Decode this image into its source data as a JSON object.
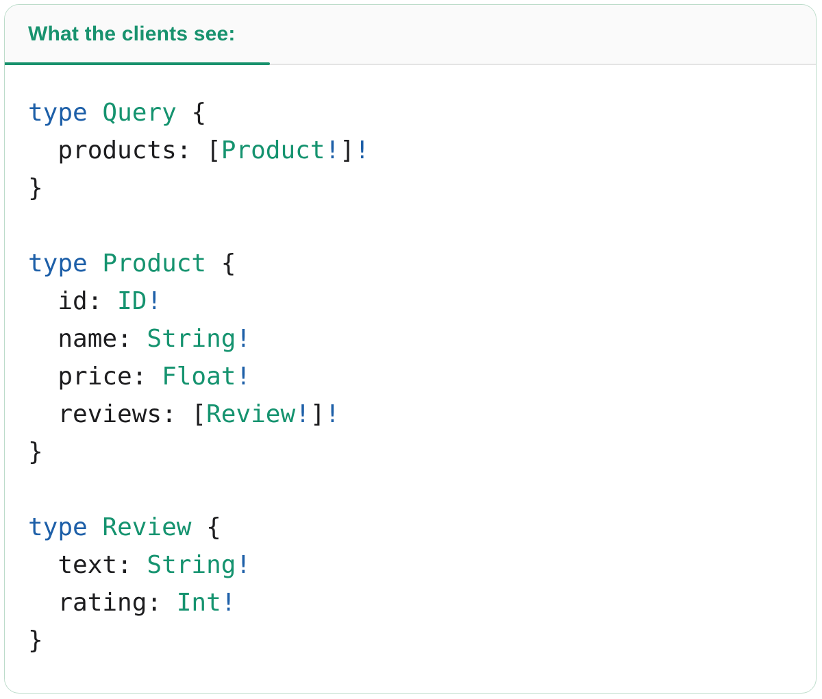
{
  "tab": {
    "label": "What the clients see:"
  },
  "colors": {
    "kw": "#1d5fa8",
    "ty": "#15936f",
    "plain": "#1d1d1f",
    "tabText": "#18926e",
    "tabUnderline": "#17916c",
    "divider": "#e4e4e4",
    "cardBorder": "#bcdcca",
    "headerBg": "#fafafa",
    "cardBg": "#ffffff"
  },
  "code": {
    "language": "graphql",
    "plain_text": "type Query {\n  products: [Product!]!\n}\n\ntype Product {\n  id: ID!\n  name: String!\n  price: Float!\n  reviews: [Review!]!\n}\n\ntype Review {\n  text: String!\n  rating: Int!\n}",
    "lines": [
      [
        {
          "s": "type",
          "c": "k"
        },
        {
          "s": " ",
          "c": "p"
        },
        {
          "s": "Query",
          "c": "t"
        },
        {
          "s": " {",
          "c": "p"
        }
      ],
      [
        {
          "s": "  products: [",
          "c": "p"
        },
        {
          "s": "Product",
          "c": "t"
        },
        {
          "s": "!",
          "c": "k"
        },
        {
          "s": "]",
          "c": "p"
        },
        {
          "s": "!",
          "c": "k"
        }
      ],
      [
        {
          "s": "}",
          "c": "p"
        }
      ],
      [],
      [
        {
          "s": "type",
          "c": "k"
        },
        {
          "s": " ",
          "c": "p"
        },
        {
          "s": "Product",
          "c": "t"
        },
        {
          "s": " {",
          "c": "p"
        }
      ],
      [
        {
          "s": "  id: ",
          "c": "p"
        },
        {
          "s": "ID",
          "c": "t"
        },
        {
          "s": "!",
          "c": "k"
        }
      ],
      [
        {
          "s": "  name: ",
          "c": "p"
        },
        {
          "s": "String",
          "c": "t"
        },
        {
          "s": "!",
          "c": "k"
        }
      ],
      [
        {
          "s": "  price: ",
          "c": "p"
        },
        {
          "s": "Float",
          "c": "t"
        },
        {
          "s": "!",
          "c": "k"
        }
      ],
      [
        {
          "s": "  reviews: [",
          "c": "p"
        },
        {
          "s": "Review",
          "c": "t"
        },
        {
          "s": "!",
          "c": "k"
        },
        {
          "s": "]",
          "c": "p"
        },
        {
          "s": "!",
          "c": "k"
        }
      ],
      [
        {
          "s": "}",
          "c": "p"
        }
      ],
      [],
      [
        {
          "s": "type",
          "c": "k"
        },
        {
          "s": " ",
          "c": "p"
        },
        {
          "s": "Review",
          "c": "t"
        },
        {
          "s": " {",
          "c": "p"
        }
      ],
      [
        {
          "s": "  text: ",
          "c": "p"
        },
        {
          "s": "String",
          "c": "t"
        },
        {
          "s": "!",
          "c": "k"
        }
      ],
      [
        {
          "s": "  rating: ",
          "c": "p"
        },
        {
          "s": "Int",
          "c": "t"
        },
        {
          "s": "!",
          "c": "k"
        }
      ],
      [
        {
          "s": "}",
          "c": "p"
        }
      ]
    ]
  }
}
